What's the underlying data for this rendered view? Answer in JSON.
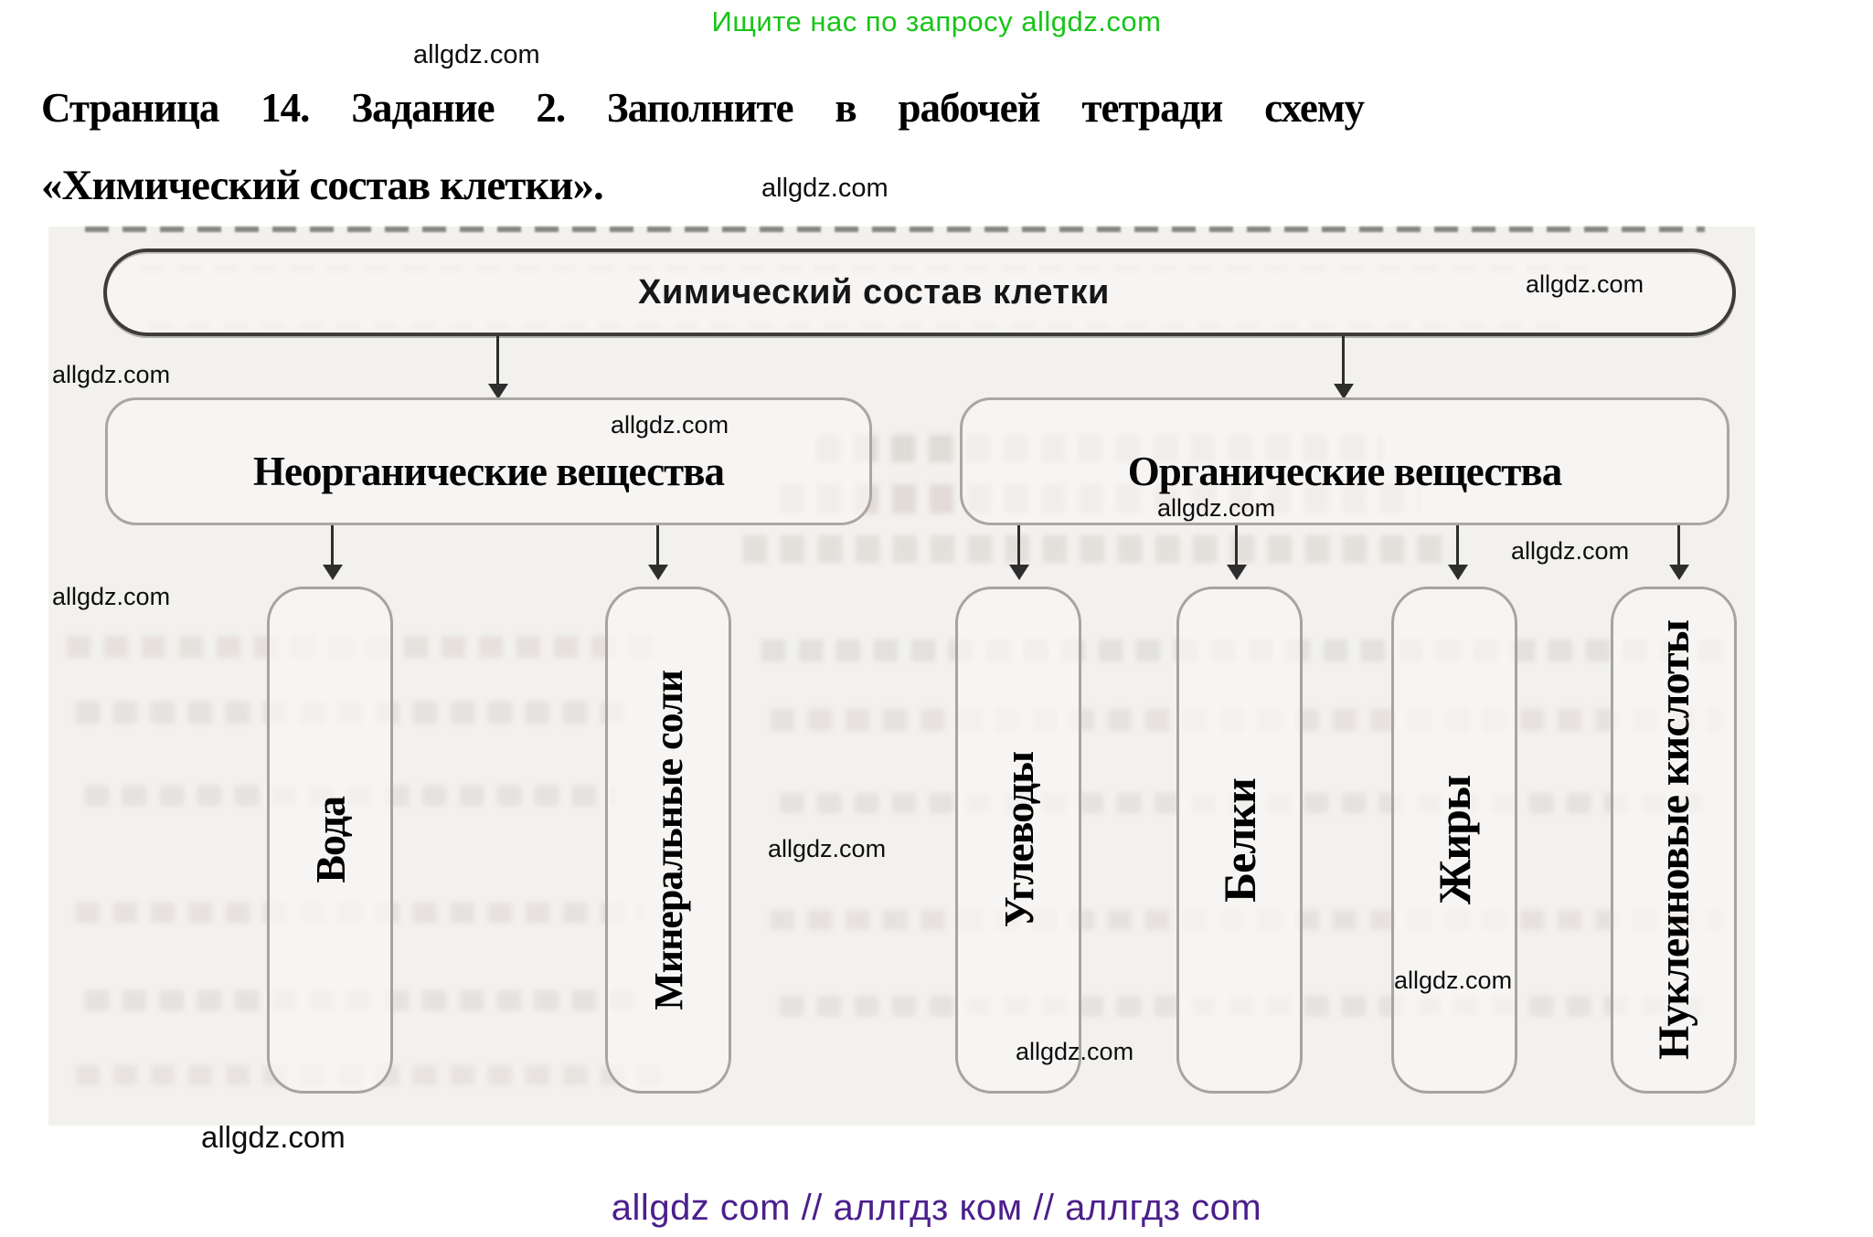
{
  "promo": {
    "text": "Ищите нас по запросу allgdz.com"
  },
  "heading": {
    "line1": "Страница 14. Задание 2. Заполните в рабочей тетради схему",
    "line2": "«Химический состав клетки»."
  },
  "watermark": "allgdz.com",
  "diagram": {
    "root": {
      "label": "Химический состав клетки"
    },
    "level2": [
      {
        "label": "Неорганические вещества"
      },
      {
        "label": "Органические вещества"
      }
    ],
    "level3": [
      {
        "label": "Вода"
      },
      {
        "label": "Минеральные соли"
      },
      {
        "label": "Углеводы"
      },
      {
        "label": "Белки"
      },
      {
        "label": "Жиры"
      },
      {
        "label": "Нуклеиновые кислоты"
      }
    ]
  },
  "footer": {
    "text": "allgdz com  //  аллгдз ком  //  аллгдз com"
  },
  "colors": {
    "promo_green": "#17c517",
    "footer_purple": "#4b1f8c"
  }
}
